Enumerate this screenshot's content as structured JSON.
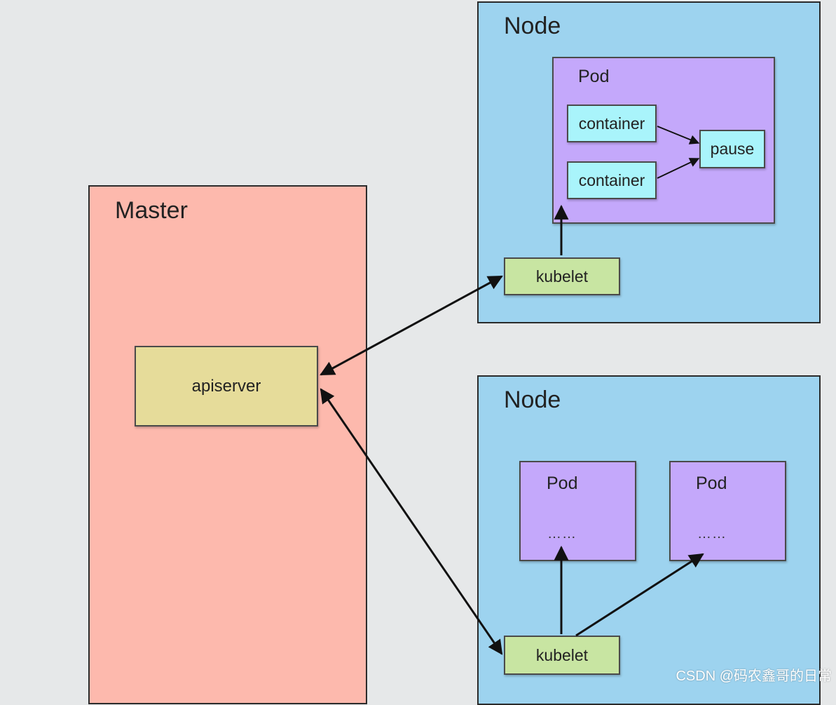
{
  "master": {
    "label": "Master",
    "apiserver": "apiserver"
  },
  "node1": {
    "label": "Node",
    "pod": {
      "label": "Pod",
      "containers": [
        "container",
        "container"
      ],
      "pause": "pause"
    },
    "kubelet": "kubelet"
  },
  "node2": {
    "label": "Node",
    "pods": [
      {
        "label": "Pod",
        "content": "……"
      },
      {
        "label": "Pod",
        "content": "……"
      }
    ],
    "kubelet": "kubelet"
  },
  "watermark": "CSDN @码农鑫哥的日常",
  "colors": {
    "background": "#e6e8e9",
    "master": "#fdb9ad",
    "node": "#9dd3ef",
    "pod": "#c4a8fb",
    "container": "#a9f4fb",
    "kubelet": "#c8e5a2",
    "apiserver": "#e6dc9a"
  }
}
